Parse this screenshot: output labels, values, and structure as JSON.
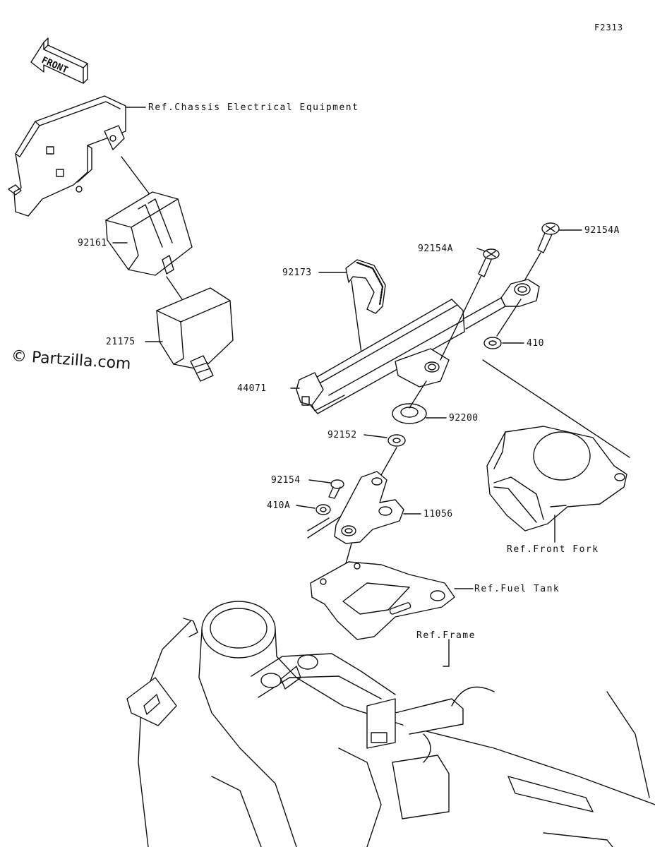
{
  "diagram": {
    "id": "F2313",
    "watermark": "© Partzilla.com",
    "direction_arrow": "FRONT",
    "colors": {
      "line": "#111111",
      "background": "#ffffff"
    }
  },
  "parts": [
    {
      "key": "p92161",
      "number": "92161"
    },
    {
      "key": "p21175",
      "number": "21175"
    },
    {
      "key": "p92173",
      "number": "92173"
    },
    {
      "key": "p92154A_a",
      "number": "92154A"
    },
    {
      "key": "p92154A_b",
      "number": "92154A"
    },
    {
      "key": "p410",
      "number": "410"
    },
    {
      "key": "p44071",
      "number": "44071"
    },
    {
      "key": "p92200",
      "number": "92200"
    },
    {
      "key": "p92152",
      "number": "92152"
    },
    {
      "key": "p92154",
      "number": "92154"
    },
    {
      "key": "p410A",
      "number": "410A"
    },
    {
      "key": "p11056",
      "number": "11056"
    }
  ],
  "references": {
    "chassis": "Ref.Chassis Electrical Equipment",
    "front_fork": "Ref.Front Fork",
    "fuel_tank": "Ref.Fuel Tank",
    "frame": "Ref.Frame"
  }
}
